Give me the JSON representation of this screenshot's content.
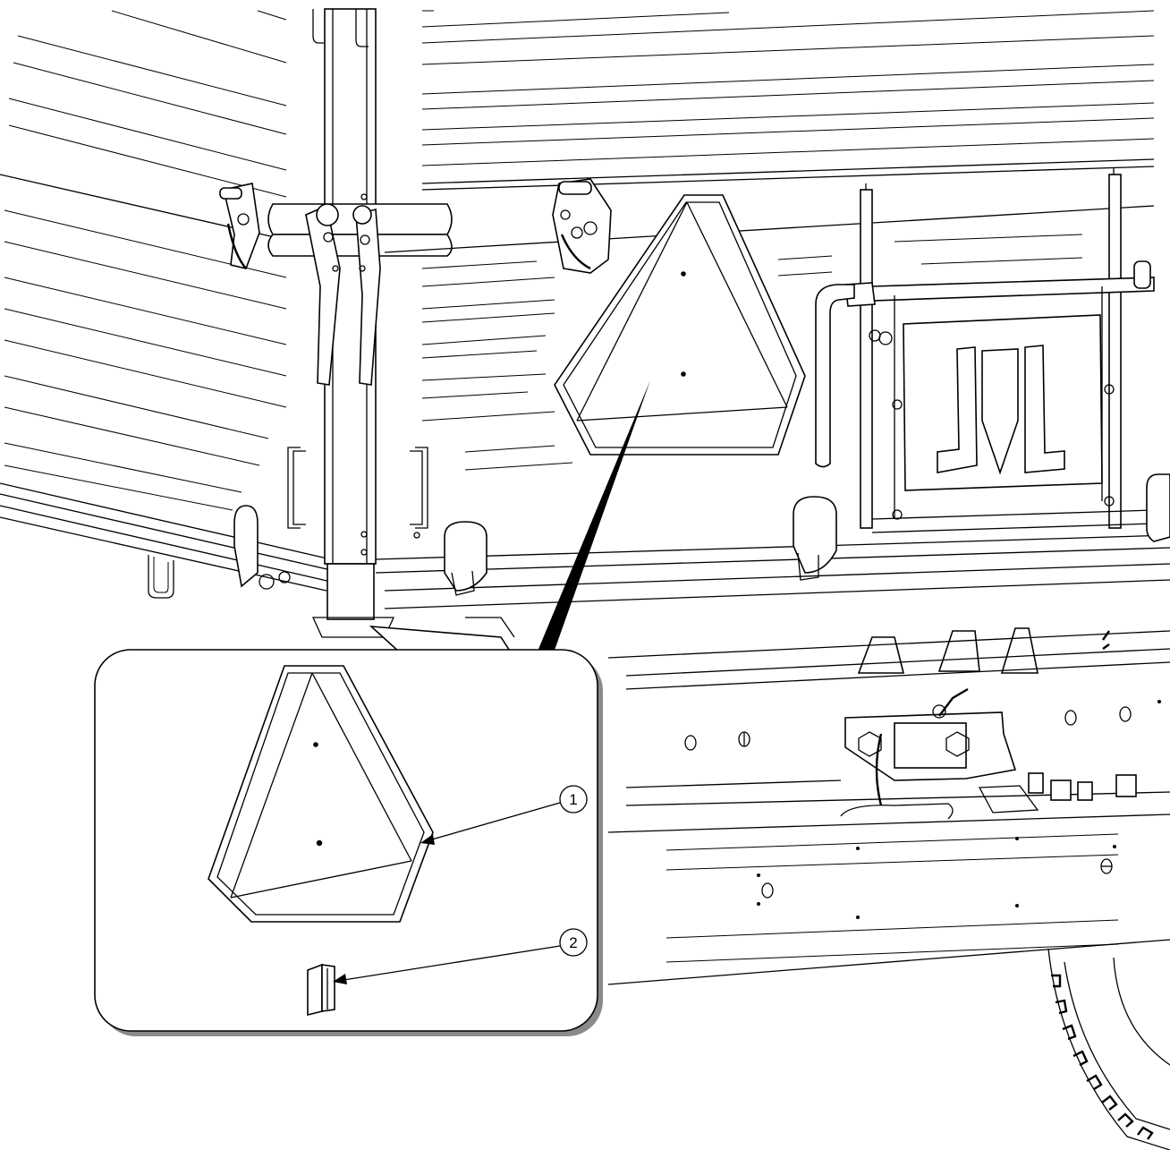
{
  "callouts": [
    {
      "label": "1",
      "target": "slow-moving-vehicle-emblem"
    },
    {
      "label": "2",
      "target": "mounting-bracket"
    }
  ],
  "logo": {
    "text": "JL"
  },
  "colors": {
    "line": "#000000",
    "background": "#ffffff",
    "detail_shadow": "#8a8a8a"
  }
}
